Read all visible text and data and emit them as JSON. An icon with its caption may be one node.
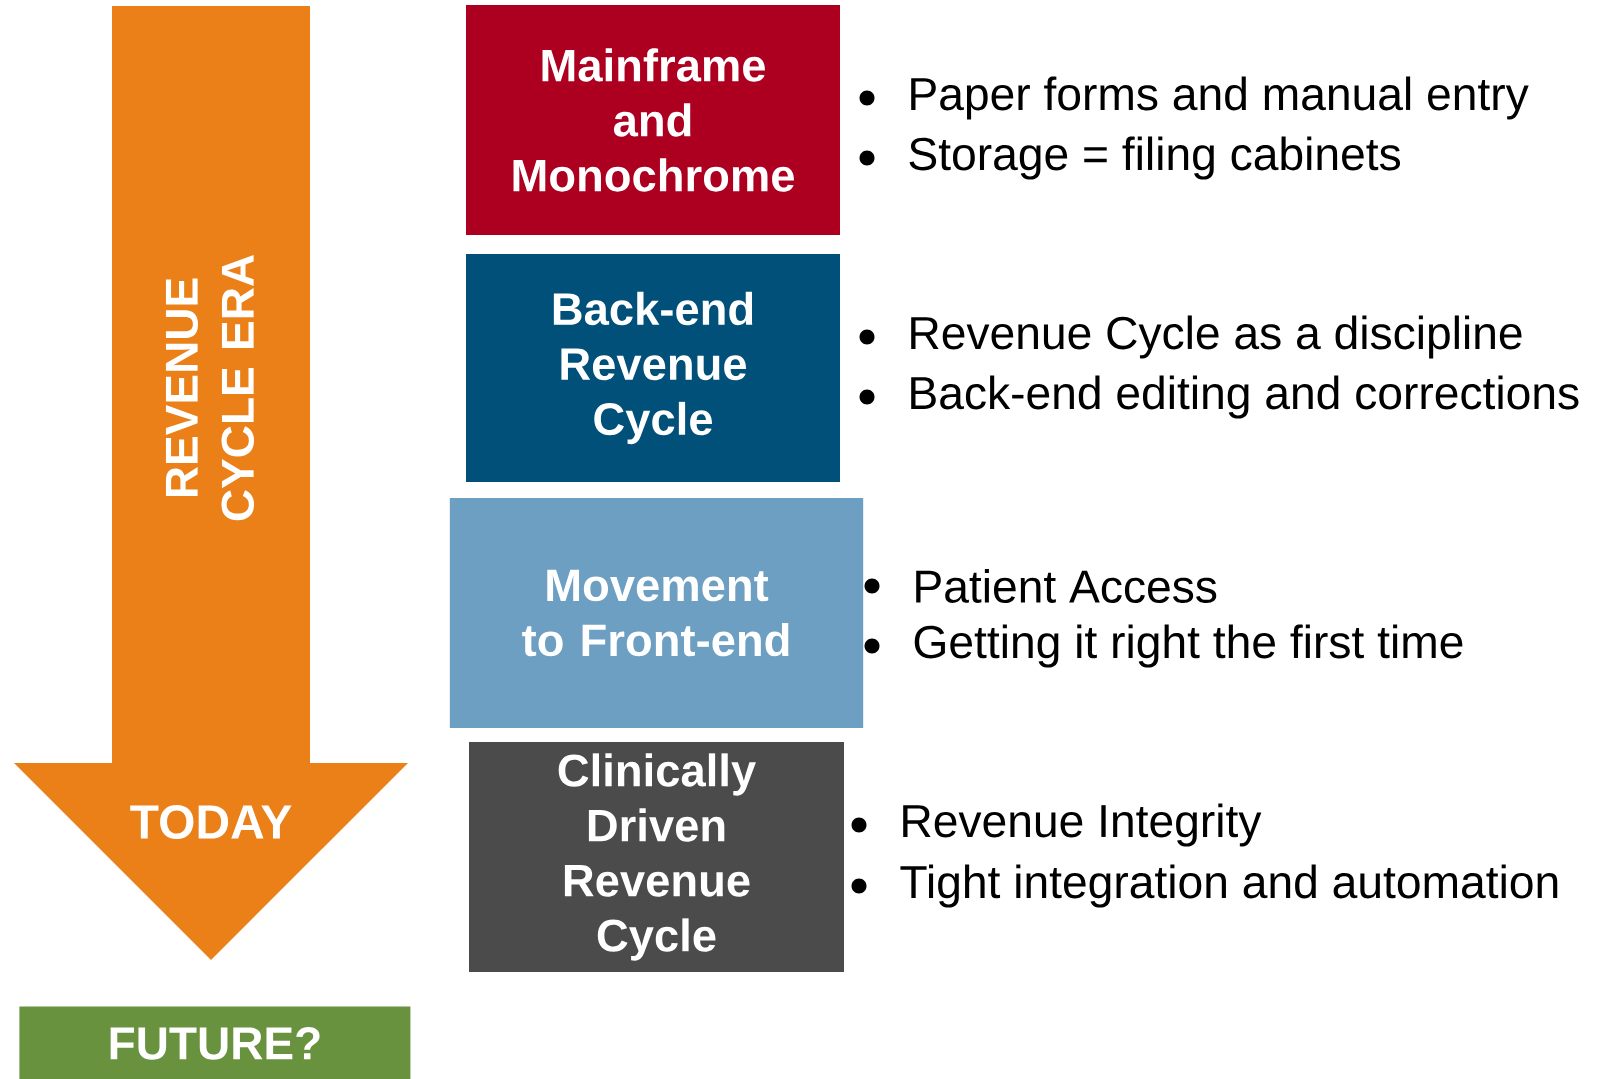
{
  "diagram": {
    "nodes": [
      {
        "text": [
          "REVENUE CYCLE ERA",
          "TODAY"
        ]
      },
      {
        "text": [
          "FUTURE?"
        ]
      },
      {
        "text": [
          "Mainframe and Monochrome"
        ],
        "beside": [
          "Paper forms and manual entry",
          "Storage = filing cabinets"
        ]
      },
      {
        "text": [
          "Back-end Revenue Cycle"
        ],
        "beside": [
          "Revenue Cycle as a discipline",
          "Back-end editing and corrections"
        ]
      },
      {
        "text": [
          "Movement to Front-end"
        ],
        "beside": [
          "Patient Access",
          "Getting it right the first time"
        ]
      },
      {
        "text": [
          "Clinically Driven Revenue Cycle"
        ],
        "beside": [
          "Revenue Integrity",
          "Tight integration and automation"
        ]
      }
    ]
  }
}
